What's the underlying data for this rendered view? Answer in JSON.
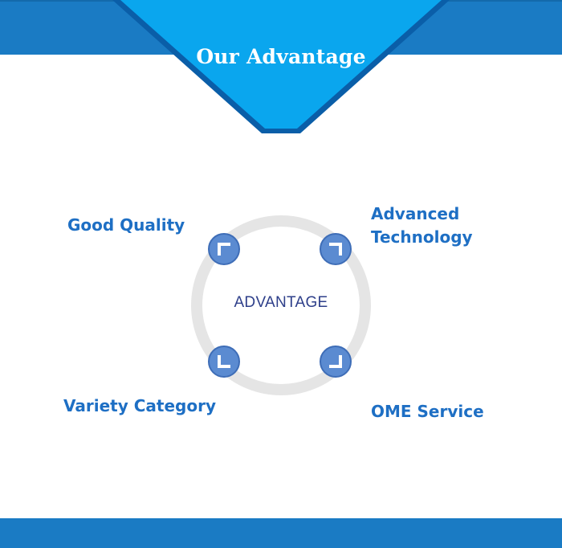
{
  "header": {
    "title": "Our Advantage"
  },
  "center": {
    "label": "ADVANTAGE"
  },
  "features": {
    "top_left": "Good Quality",
    "top_right_line1": "Advanced",
    "top_right_line2": "Technology",
    "bottom_left": "Variety Category",
    "bottom_right": "OME Service"
  },
  "icons": {
    "top_left": "corner-top-left-icon",
    "top_right": "corner-top-right-icon",
    "bottom_left": "corner-bottom-left-icon",
    "bottom_right": "corner-bottom-right-icon"
  },
  "colors": {
    "band_blue": "#1a7bc4",
    "banner_light_blue": "#0aa6ee",
    "banner_dark_blue": "#0a5ea8",
    "feature_text_blue": "#1e6fc4",
    "ring_gray": "#e5e5e5",
    "badge_blue": "#5b8bd1"
  }
}
